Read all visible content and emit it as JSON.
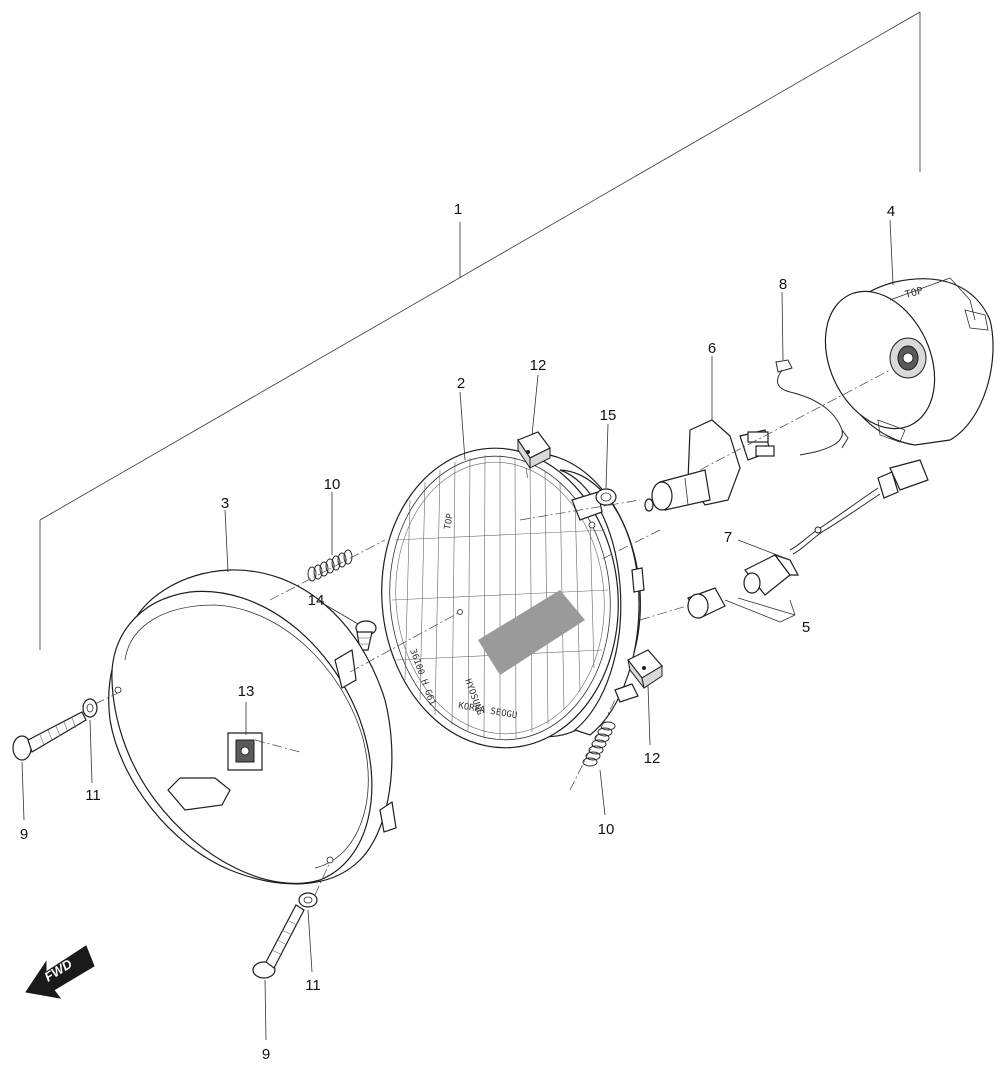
{
  "diagram": {
    "callouts": [
      {
        "id": "1",
        "text": "1"
      },
      {
        "id": "2",
        "text": "2"
      },
      {
        "id": "3",
        "text": "3"
      },
      {
        "id": "4",
        "text": "4"
      },
      {
        "id": "5",
        "text": "5"
      },
      {
        "id": "6",
        "text": "6"
      },
      {
        "id": "7",
        "text": "7"
      },
      {
        "id": "8",
        "text": "8"
      },
      {
        "id": "9a",
        "text": "9"
      },
      {
        "id": "9b",
        "text": "9"
      },
      {
        "id": "10a",
        "text": "10"
      },
      {
        "id": "10b",
        "text": "10"
      },
      {
        "id": "11a",
        "text": "11"
      },
      {
        "id": "11b",
        "text": "11"
      },
      {
        "id": "12a",
        "text": "12"
      },
      {
        "id": "12b",
        "text": "12"
      },
      {
        "id": "13",
        "text": "13"
      },
      {
        "id": "14",
        "text": "14"
      },
      {
        "id": "15",
        "text": "15"
      }
    ],
    "lens_markings": {
      "top": "TOP",
      "maker": "HYOSUNG",
      "code": "36100 H G61",
      "country": "KOREA SEOGU"
    },
    "housing_marking": "TOP",
    "fwd_arrow": "FWD"
  }
}
